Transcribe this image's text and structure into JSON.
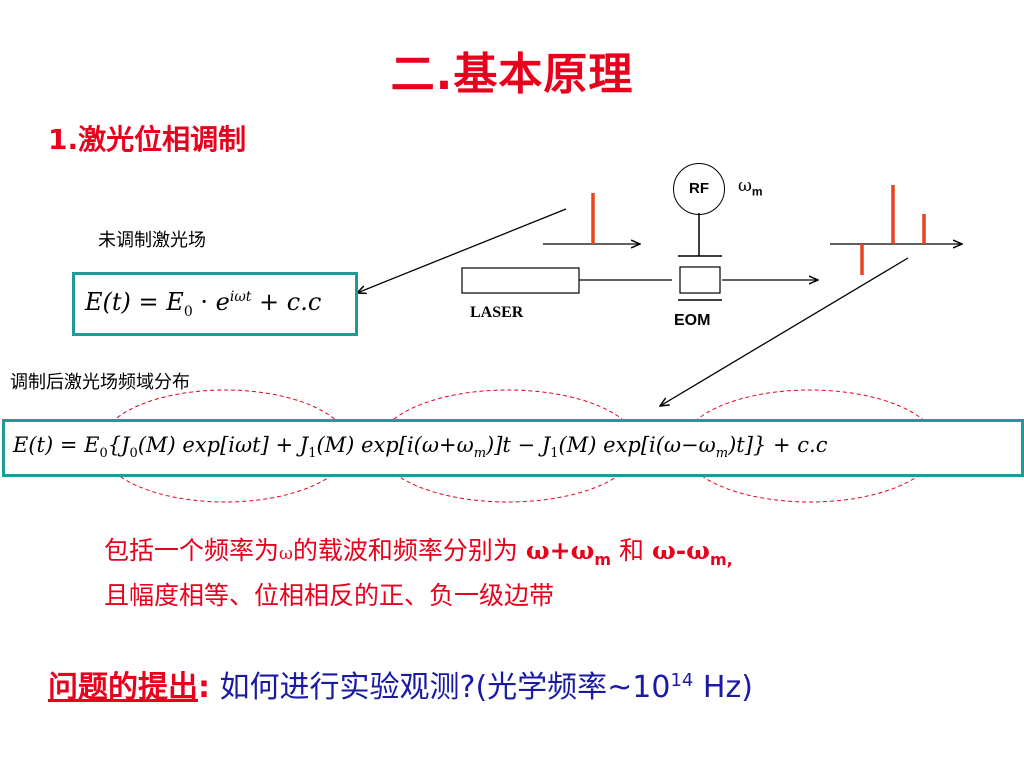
{
  "title": "二.基本原理",
  "subtitle": "1.激光位相调制",
  "label_unmodulated": "未调制激光场",
  "label_modulated": "调制后激光场频域分布",
  "diagram": {
    "rf": "RF",
    "omega": "ω",
    "omega_sub": "m",
    "laser": "LASER",
    "eom": "EOM"
  },
  "eq1": {
    "lhs": "E(t)",
    "eq": "=",
    "e0": "E",
    "e0_sub": "0",
    "dot": "·",
    "e": "e",
    "exp": "iωt",
    "cc": "+ c.c"
  },
  "eq2": {
    "lhs": "E(t)",
    "eq": "=",
    "e0": "E",
    "e0_sub": "0",
    "t1": "{J",
    "t1_sub": "0",
    "t1_rest": "(M) exp[iωt]",
    "plus": "+",
    "t2": "J",
    "t2_sub": "1",
    "t2_rest_a": "(M) exp[i(ω+ω",
    "t2_msub": "m",
    "t2_rest_b": ")]t",
    "minus": "−",
    "t3": "J",
    "t3_sub": "1",
    "t3_rest_a": "(M) exp[i(ω−ω",
    "t3_msub": "m",
    "t3_rest_b": ")t]}",
    "cc": "+ c.c"
  },
  "description": {
    "line1_a": "包括一个频率为",
    "omega": "ω",
    "line1_b": "的载波和频率分别为 ",
    "w_plus_a": "ω+ω",
    "w_plus_sub": "m",
    "and": " 和 ",
    "w_minus_a": "ω-ω",
    "w_minus_sub": "m,",
    "line2": "且幅度相等、位相相反的正、负一级边带"
  },
  "question": {
    "heading": "问题的提出",
    "colon": ":",
    "text_a": " 如何进行实验观测?(光学频率~10",
    "exp": "14",
    "text_b": " Hz)"
  },
  "colors": {
    "accent_red": "#e8001c",
    "box_teal": "#1d9a99",
    "question_blue": "#1a1aa6",
    "spectral_line": "#e8431c"
  }
}
